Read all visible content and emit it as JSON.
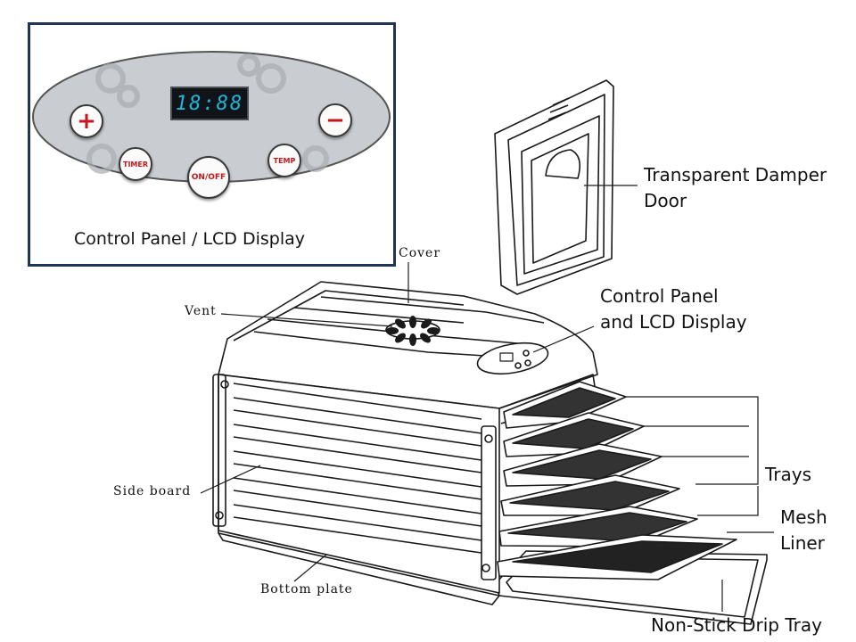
{
  "inset": {
    "display_time": "18:88",
    "plus_symbol": "+",
    "minus_symbol": "−",
    "timer_label": "TIMER",
    "onoff_label": "ON/OFF",
    "temp_label": "TEMP",
    "caption": "Control Panel / LCD Display"
  },
  "labels": {
    "transparent_damper_door_line1": "Transparent Damper",
    "transparent_damper_door_line2": "Door",
    "cover": "Cover",
    "vent": "Vent",
    "control_panel_line1": "Control Panel",
    "control_panel_line2": "and LCD Display",
    "trays": "Trays",
    "mesh_liner_line1": "Mesh",
    "mesh_liner_line2": "Liner",
    "side_board": "Side board",
    "bottom_plate": "Bottom plate",
    "drip_tray": "Non-Stick Drip Tray"
  },
  "colors": {
    "inset_border": "#1f3558",
    "panel_fill": "#c9ccd0",
    "button_text": "#c8151b",
    "lcd_digits": "#1fb6d8"
  },
  "icons": [
    "plus-icon",
    "minus-icon",
    "fan-vent-icon"
  ]
}
